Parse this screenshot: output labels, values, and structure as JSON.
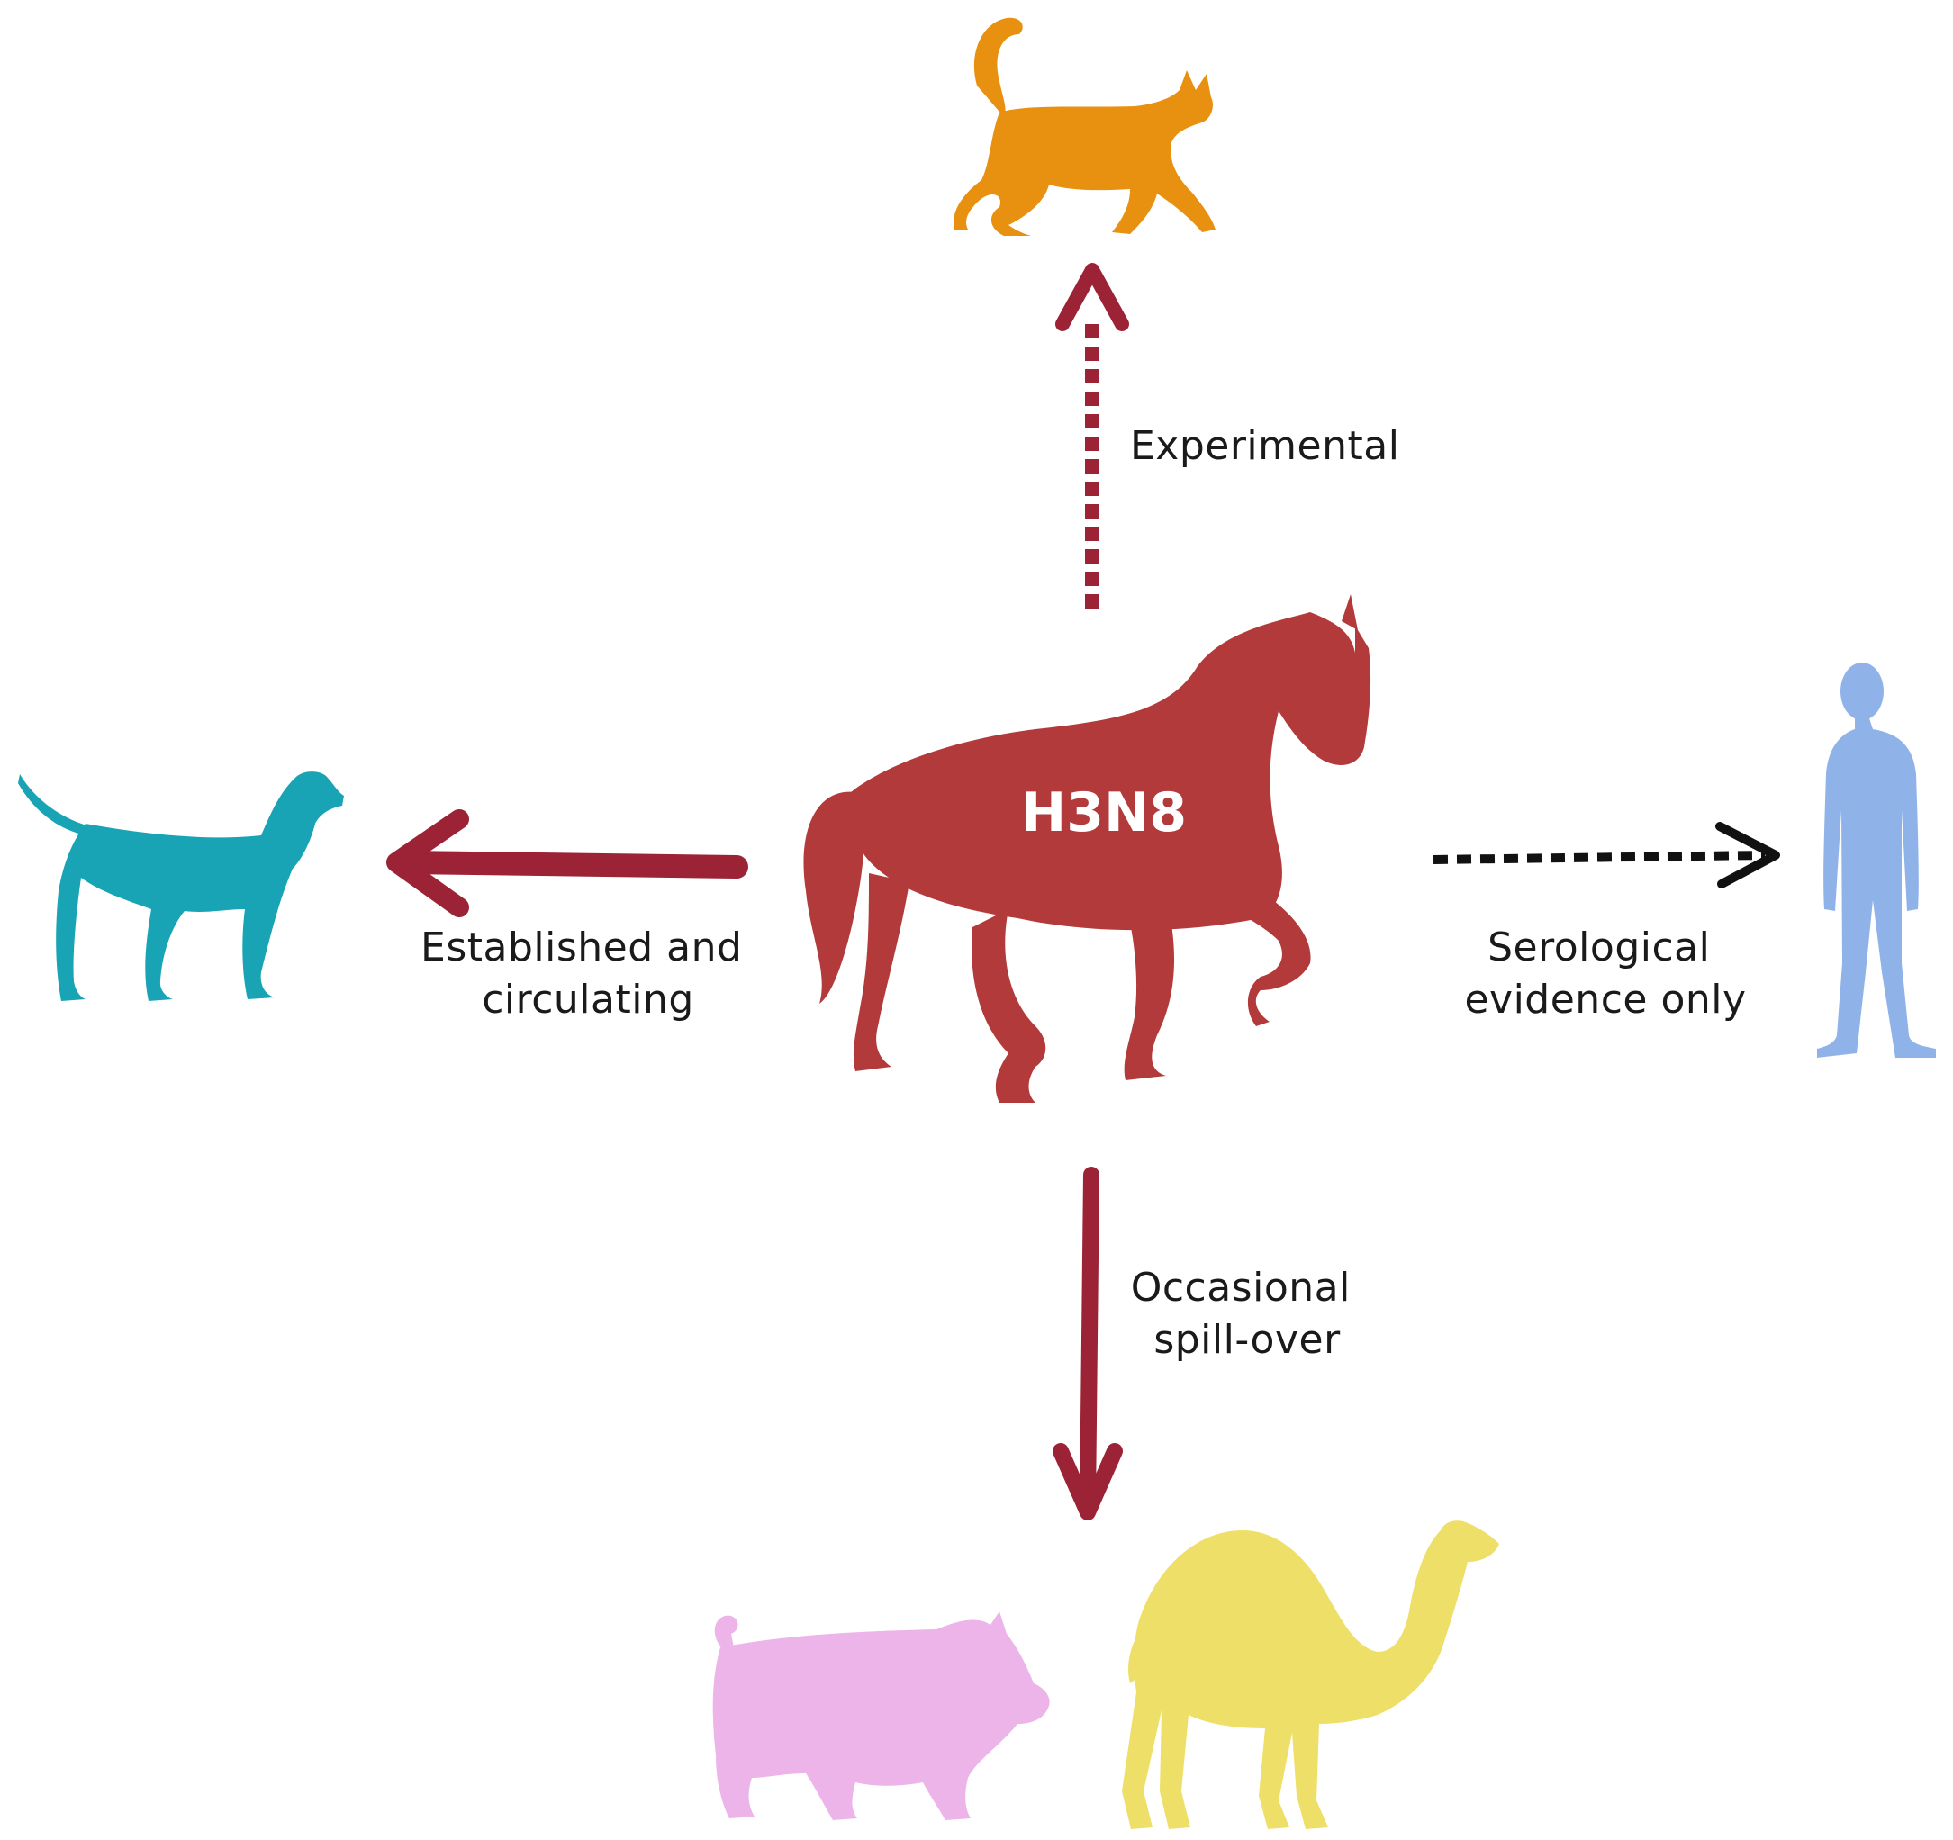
{
  "center": {
    "label": "H3N8",
    "icon": "horse-icon",
    "color": "#b23a3b"
  },
  "arrow_color": "#9b2335",
  "hosts": {
    "cat": {
      "icon": "cat-icon",
      "color": "#e8900f"
    },
    "dog": {
      "icon": "dog-icon",
      "color": "#18a4b4"
    },
    "human": {
      "icon": "human-icon",
      "color": "#8fb3e8"
    },
    "pig": {
      "icon": "pig-icon",
      "color": "#ecb4e8"
    },
    "camel": {
      "icon": "camel-icon",
      "color": "#eedf68"
    }
  },
  "links": {
    "experimental": {
      "text": [
        "Experimental"
      ],
      "style": "dotted"
    },
    "established": {
      "text": [
        "Established and",
        "circulating"
      ],
      "style": "solid"
    },
    "serological": {
      "text": [
        "Serological",
        "evidence only"
      ],
      "style": "dashed",
      "color": "#111111"
    },
    "spillover": {
      "text": [
        "Occasional",
        "spill-over"
      ],
      "style": "solid"
    }
  }
}
